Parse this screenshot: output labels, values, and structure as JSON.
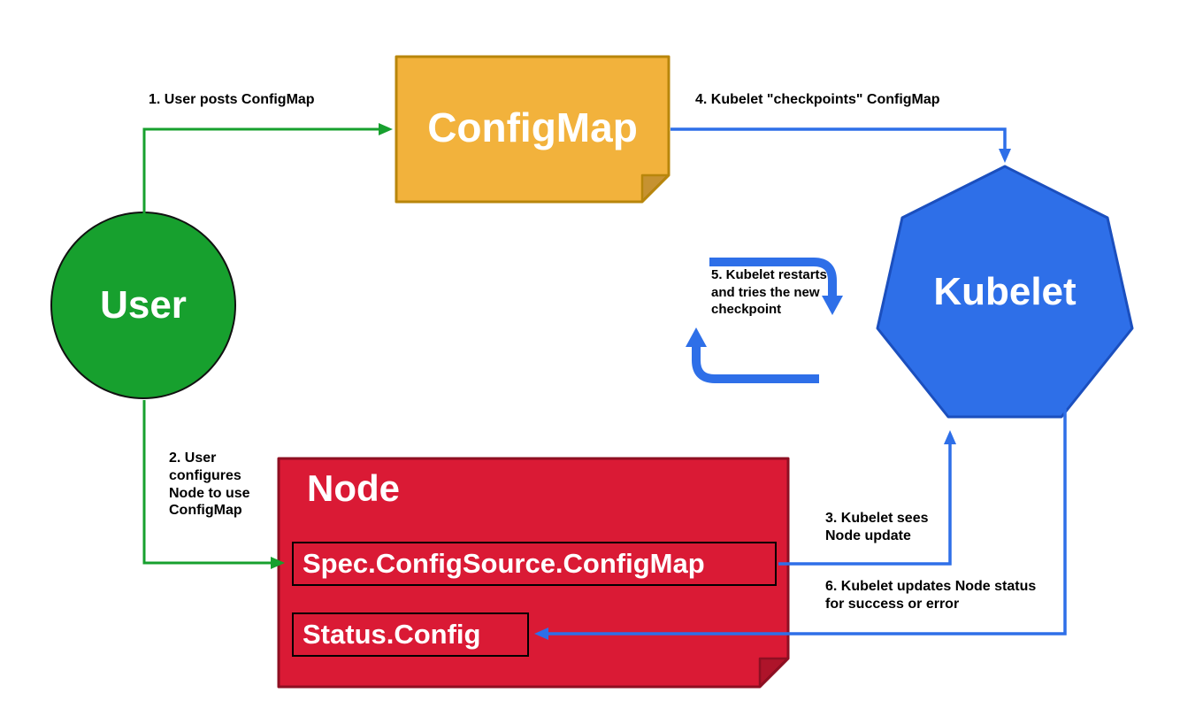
{
  "shapes": {
    "user": {
      "label": "User"
    },
    "configmap": {
      "label": "ConfigMap"
    },
    "kubelet": {
      "label": "Kubelet"
    },
    "node": {
      "label": "Node",
      "spec_field": "Spec.ConfigSource.ConfigMap",
      "status_field": "Status.Config"
    }
  },
  "steps": {
    "step1": "1. User posts ConfigMap",
    "step2": "2. User configures Node to use ConfigMap",
    "step3": "3. Kubelet sees Node update",
    "step4": "4. Kubelet \"checkpoints\" ConfigMap",
    "step5": "5. Kubelet restarts and tries the new checkpoint",
    "step6": "6. Kubelet updates Node status for success or error"
  },
  "colors": {
    "green": "#17a02e",
    "orange": "#f2b23c",
    "orangeBorder": "#b8860b",
    "blue": "#2e6fe8",
    "blueBorder": "#1b4fbe",
    "red": "#da1a35",
    "redBorder": "#8e0f22",
    "outline": "#111111"
  }
}
